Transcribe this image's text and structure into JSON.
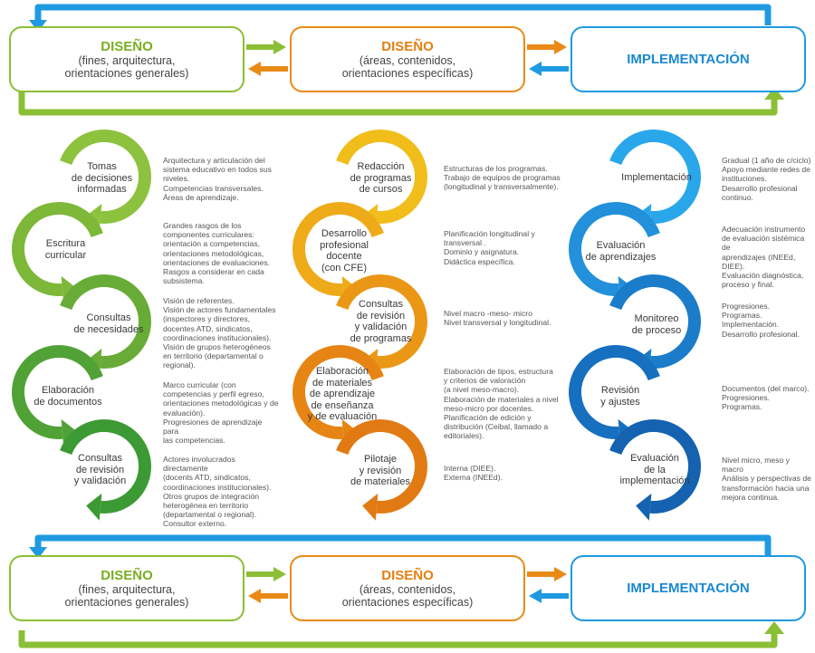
{
  "colors": {
    "green": "#8bbf36",
    "orange": "#e98a17",
    "blue": "#1f9ae0",
    "green_title": "#7aae21",
    "orange_title": "#e67e10",
    "blue_title": "#1a89d1"
  },
  "top_row": {
    "diseno1": {
      "title": "DISEÑO",
      "subtitle": "(fines, arquitectura,\norientaciones generales)"
    },
    "diseno2": {
      "title": "DISEÑO",
      "subtitle": "(áreas, contenidos,\norientaciones específicas)"
    },
    "implementacion": {
      "title": "IMPLEMENTACIÓN"
    }
  },
  "bottom_row": {
    "diseno1": {
      "title": "DISEÑO",
      "subtitle": "(fines, arquitectura,\norientaciones generales)"
    },
    "diseno2": {
      "title": "DISEÑO",
      "subtitle": "(áreas, contenidos,\norientaciones específicas)"
    },
    "implementacion": {
      "title": "IMPLEMENTACIÓN"
    }
  },
  "col1": {
    "steps": [
      {
        "label": "Tomas\nde decisiones\ninformadas",
        "desc": [
          "Arquitectura y articulación del",
          "sistema educativo en todos sus",
          "niveles.",
          "Competencias transversales.",
          "Áreas de aprendizaje."
        ]
      },
      {
        "label": "Escritura\ncurricular",
        "desc": [
          "Grandes rasgos de los",
          "componentes curriculares:",
          "orientación a competencias,",
          "orientaciones metodológicas,",
          "orientaciones de evaluaciones.",
          "Rasgos a considerar en cada",
          "subsistema."
        ]
      },
      {
        "label": "Consultas\nde necesidades",
        "desc": [
          "Visión de referentes.",
          "Visión de actores fundamentales",
          "(inspectores y directores,",
          "docentes ATD, sindicatos,",
          "coordinaciones institucionales).",
          "Visión de grupos heterogéneos",
          "en territorio (departamental o",
          "regional)."
        ]
      },
      {
        "label": "Elaboración\nde documentos",
        "desc": [
          "Marco curricular (con",
          "competencias y perfil egreso,",
          "orientaciones metodológicas y de",
          "evaluación).",
          "Progresiones de aprendizaje para",
          "las competencias."
        ]
      },
      {
        "label": "Consultas\nde revisión\ny validación",
        "desc": [
          "Actores involucrados directamente",
          "(docents ATD, sindicatos,",
          "coordinaciones institucionales).",
          "Otros grupos de integración",
          "heterogénea en territorio",
          "(departamental o regional).",
          "Consultor externo."
        ]
      }
    ]
  },
  "col2": {
    "steps": [
      {
        "label": "Redacción\nde programas\nde cursos",
        "desc": [
          "Estructuras de los programas.",
          "Trabajo de equipos de programas",
          "(longitudinal y transversalmente)."
        ]
      },
      {
        "label": "Desarrollo\nprofesional\ndocente\n(con CFE)",
        "desc": [
          "Planificación longitudinal y",
          "transversal .",
          "Dominio y asignatura.",
          "Didáctica específica."
        ]
      },
      {
        "label": "Consultas\nde revisión\ny validación\nde programas",
        "desc": [
          "Nivel macro -meso- micro",
          "Nivel transversal y longitudinal."
        ]
      },
      {
        "label": "Elaboración\nde materiales\nde aprendizaje\nde enseñanza\ny de evaluación",
        "desc": [
          "Elaboración de tipos, estructura",
          "y criterios de valoración",
          "(a nivel meso-macro).",
          "Elaboración de materiales a nivel",
          "meso-micro por docentes.",
          "Planificación de edición y",
          "distribución (Ceibal, llamado a",
          "editoriales)."
        ]
      },
      {
        "label": "Pilotaje\ny revisión\nde materiales",
        "desc": [
          "Interna (DIEE).",
          "Externa (INEEd)."
        ]
      }
    ]
  },
  "col3": {
    "steps": [
      {
        "label": "Implementación",
        "desc": [
          "Gradual (1 año de c/ciclo)",
          "Apoyo mediante redes de",
          "instituciones.",
          "Desarrollo profesional",
          "continuo."
        ]
      },
      {
        "label": "Evaluación\nde aprendizajes",
        "desc": [
          "Adecuación instrumento",
          "de evaluación sistémica de",
          "aprendizajes (INEEd, DIEE).",
          "Evaluación diagnóstica,",
          "proceso y final."
        ]
      },
      {
        "label": "Monitoreo\nde proceso",
        "desc": [
          "Progresiones.",
          "Programas.",
          "Implementación.",
          "Desarrollo profesional."
        ]
      },
      {
        "label": "Revisión\ny ajustes",
        "desc": [
          "Documentos (del marco).",
          "Progresiones.",
          "Programas."
        ]
      },
      {
        "label": "Evaluación\nde la\nimplementación",
        "desc": [
          "Nivel micro, meso y macro",
          "Análisis y perspectivas de",
          "transformación hacia una",
          "mejora continua."
        ]
      }
    ]
  }
}
